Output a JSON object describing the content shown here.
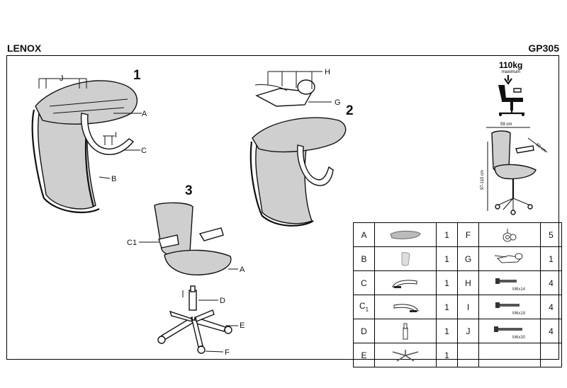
{
  "header": {
    "model": "LENOX",
    "code": "GP305"
  },
  "steps": {
    "s1": "1",
    "s2": "2",
    "s3": "3"
  },
  "callouts": {
    "A": "A",
    "B": "B",
    "C": "C",
    "I": "I",
    "J": "J",
    "H": "H",
    "G": "G",
    "C1": "C1",
    "A3": "A",
    "D": "D",
    "E": "E",
    "F": "F"
  },
  "spec": {
    "max_load": "110kg",
    "max_load_word": "maximum",
    "width": "59 cm",
    "depth": "59 cm",
    "height": "97-110 cm"
  },
  "parts": [
    {
      "code": "A",
      "sub": "",
      "qty": "1",
      "icon": "seat-icon"
    },
    {
      "code": "B",
      "sub": "",
      "qty": "1",
      "icon": "backrest-icon"
    },
    {
      "code": "C",
      "sub": "",
      "qty": "1",
      "icon": "armrest-icon"
    },
    {
      "code": "C",
      "sub": "1",
      "qty": "1",
      "icon": "armrest-icon"
    },
    {
      "code": "D",
      "sub": "",
      "qty": "1",
      "icon": "gas-lift-icon"
    },
    {
      "code": "E",
      "sub": "",
      "qty": "1",
      "icon": "base-icon"
    },
    {
      "code": "F",
      "sub": "",
      "qty": "5",
      "icon": "castor-icon"
    },
    {
      "code": "G",
      "sub": "",
      "qty": "1",
      "icon": "mechanism-icon"
    },
    {
      "code": "H",
      "sub": "",
      "qty": "4",
      "icon": "bolt-icon",
      "size": "M6x14"
    },
    {
      "code": "I",
      "sub": "",
      "qty": "4",
      "icon": "bolt-icon",
      "size": "M6x18"
    },
    {
      "code": "J",
      "sub": "",
      "qty": "4",
      "icon": "bolt-icon",
      "size": "M6x30"
    }
  ]
}
